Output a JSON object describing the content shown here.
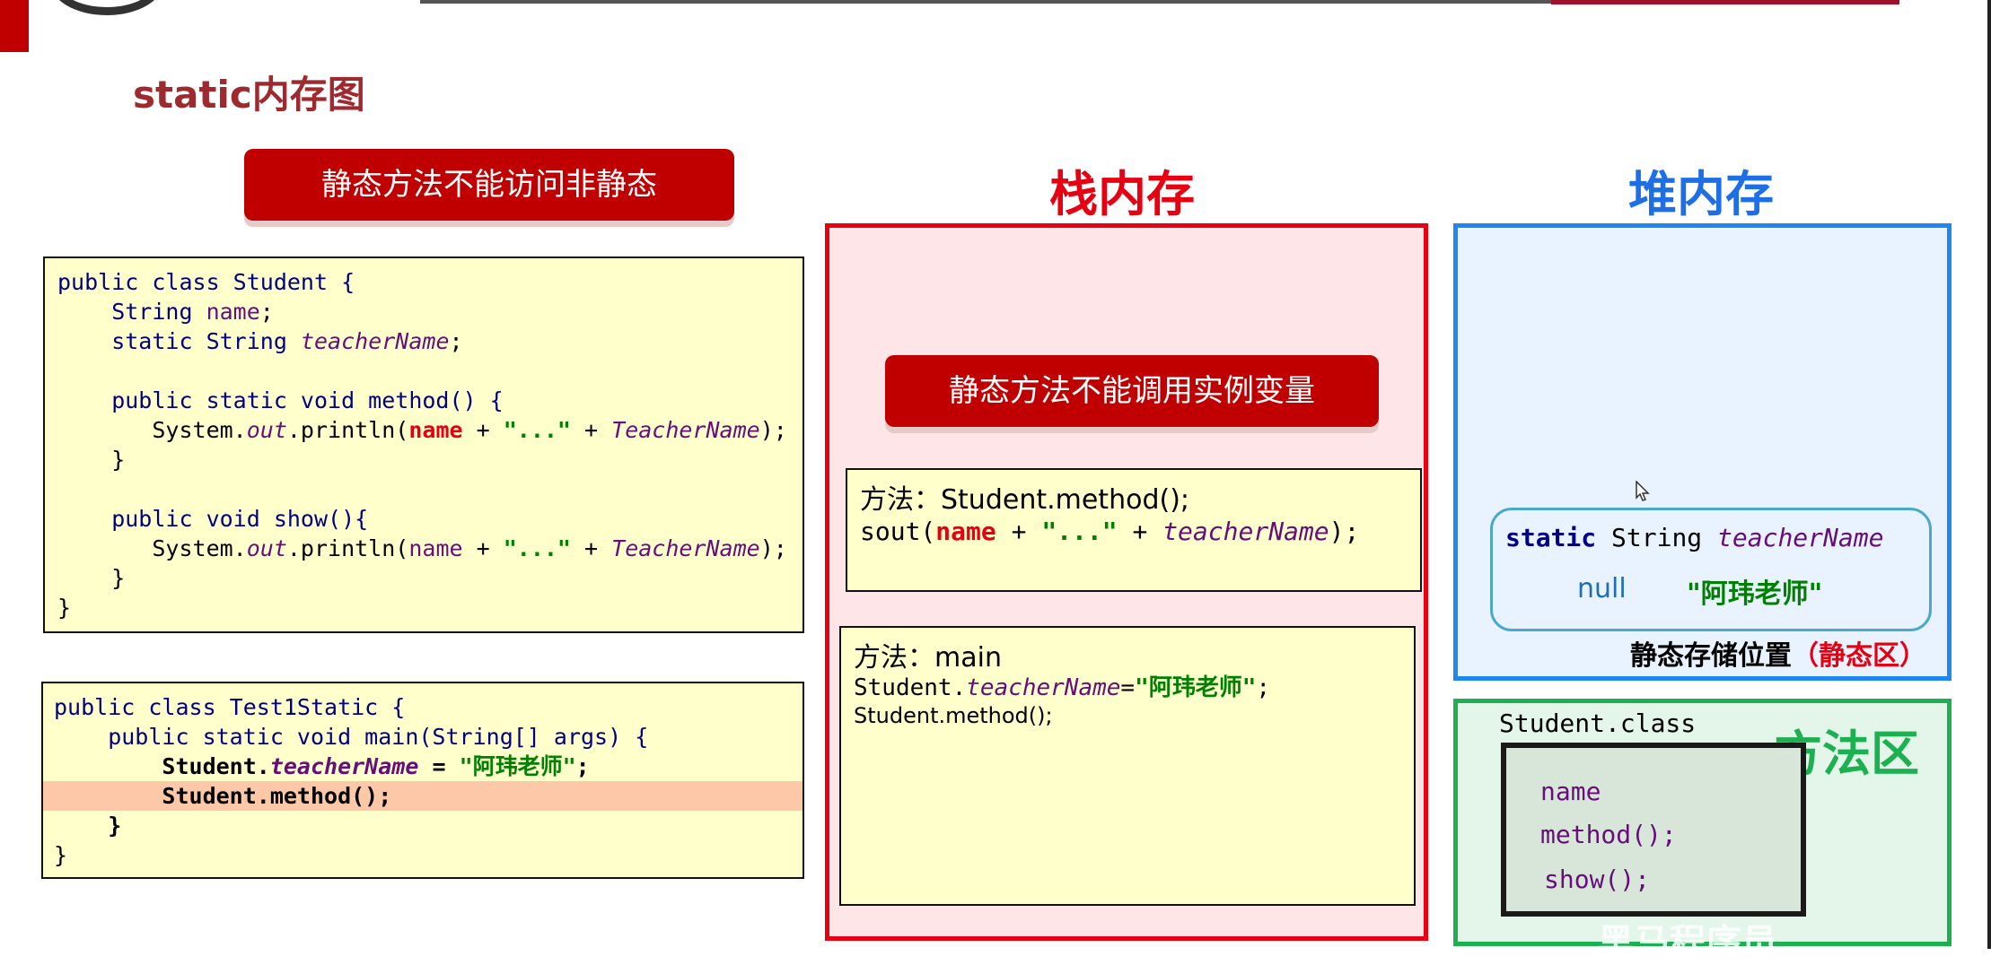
{
  "slide_title": "static内存图",
  "banner_left": "静态方法不能访问非静态",
  "banner_stack": "静态方法不能调用实例变量",
  "stack": {
    "title": "栈内存",
    "frame_method": {
      "line1": "方法：Student.method();",
      "line2_prefix": "sout(",
      "line2_name": "name",
      "line2_mid1": " + ",
      "line2_str": "\"...\"",
      "line2_mid2": " + ",
      "line2_var": "teacherName",
      "line2_suffix": ");"
    },
    "frame_main": {
      "line1": "方法：main",
      "line2_prefix": "Student.",
      "line2_var": "teacherName",
      "line2_eq": "=",
      "line2_str": "\"阿玮老师\"",
      "line2_suffix": ";",
      "line3": "Student.method();"
    }
  },
  "heap": {
    "title": "堆内存",
    "static_field": {
      "kw": "static",
      "type": " String ",
      "name": "teacherName",
      "old_value": "null",
      "new_value": "\"阿玮老师\""
    },
    "static_area_label": "静态存储位置",
    "static_area_paren": "（静态区）"
  },
  "method_area": {
    "title": "方法区",
    "class_name": "Student.class",
    "members": [
      "name",
      "method();",
      "show();"
    ]
  },
  "code_student": {
    "l1": "public class Student {",
    "l2_type": "    String ",
    "l2_name": "name",
    "l2_end": ";",
    "l3_kw": "    static String ",
    "l3_name": "teacherName",
    "l3_end": ";",
    "l5": "    public static void method() {",
    "l6_a": "       System.",
    "l6_out": "out",
    "l6_b": ".println(",
    "l6_name": "name",
    "l6_c": " + ",
    "l6_str": "\"...\"",
    "l6_d": " + ",
    "l6_tn": "TeacherName",
    "l6_e": ");",
    "l7": "    }",
    "l9": "    public void show(){",
    "l10_a": "       System.",
    "l10_out": "out",
    "l10_b": ".println(",
    "l10_name": "name",
    "l10_c": " + ",
    "l10_str": "\"...\"",
    "l10_d": " + ",
    "l10_tn": "TeacherName",
    "l10_e": ");",
    "l11": "    }",
    "l12": "}"
  },
  "code_test": {
    "l1": "public class Test1Static {",
    "l2": "    public static void main(String[] args) {",
    "l3_a": "        Student.",
    "l3_tn": "teacherName",
    "l3_b": " = ",
    "l3_str": "\"阿玮老师\"",
    "l3_c": ";",
    "l4": "        Student.method();",
    "l5": "    }",
    "l6": "}"
  },
  "watermark": "黑马程序员"
}
